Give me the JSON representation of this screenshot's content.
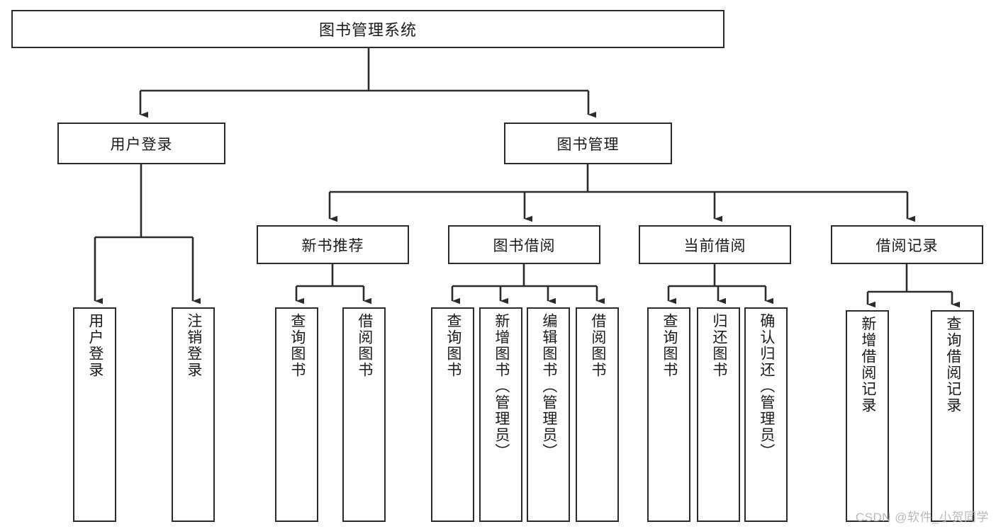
{
  "diagram": {
    "title": "图书管理系统",
    "type": "tree-hierarchy",
    "root": {
      "label": "图书管理系统"
    },
    "level2": [
      {
        "label": "用户登录"
      },
      {
        "label": "图书管理"
      }
    ],
    "level3": [
      {
        "label": "新书推荐"
      },
      {
        "label": "图书借阅"
      },
      {
        "label": "当前借阅"
      },
      {
        "label": "借阅记录"
      }
    ],
    "leaves": {
      "user_login": [
        {
          "label": "用户登录"
        },
        {
          "label": "注销登录"
        }
      ],
      "new_book_recommend": [
        {
          "label": "查询图书"
        },
        {
          "label": "借阅图书"
        }
      ],
      "book_borrow": [
        {
          "label": "查询图书"
        },
        {
          "label": "新增图书（管理员）"
        },
        {
          "label": "编辑图书（管理员）"
        },
        {
          "label": "借阅图书"
        }
      ],
      "current_borrow": [
        {
          "label": "查询图书"
        },
        {
          "label": "归还图书"
        },
        {
          "label": "确认归还（管理员）"
        }
      ],
      "borrow_record": [
        {
          "label": "新增借阅记录"
        },
        {
          "label": "查询借阅记录"
        }
      ]
    }
  },
  "watermark": {
    "text": "CSDN @软件_小贺同学"
  },
  "colors": {
    "stroke": "#2b2b2b",
    "fill": "#ffffff",
    "text": "#1a1a1a",
    "watermark": "#b9b9b9"
  }
}
